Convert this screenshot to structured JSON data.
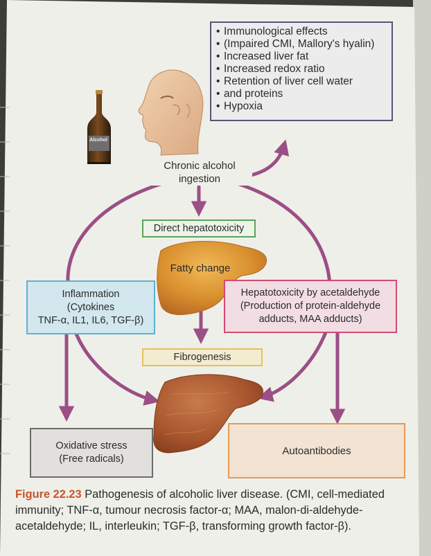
{
  "figure": {
    "bottle_label": "Alcohol",
    "center_label_line1": "Chronic alcohol",
    "center_label_line2": "ingestion",
    "effects": [
      "Immunological effects",
      "(Impaired CMI, Mallory's hyalin)",
      "Increased liver fat",
      "Increased redox ratio",
      "Retention of liver cell water",
      "and proteins",
      "Hypoxia"
    ],
    "direct_hepatotoxicity": "Direct hepatotoxicity",
    "fatty_change": "Fatty change",
    "inflammation": {
      "line1": "Inflammation",
      "line2": "(Cytokines",
      "line3": "TNF-α, IL1, IL6, TGF-β)"
    },
    "acetaldehyde": {
      "line1": "Hepatotoxicity by acetaldehyde",
      "line2": "(Production of protein-aldehyde",
      "line3": "adducts, MAA adducts)"
    },
    "fibrogenesis": "Fibrogenesis",
    "oxidative_stress": {
      "line1": "Oxidative stress",
      "line2": "(Free radicals)"
    },
    "autoantibodies": "Autoantibodies"
  },
  "caption": {
    "figure_number": "Figure 22.23",
    "text": "Pathogenesis of alcoholic liver disease. (CMI, cell-mediated immunity; TNF-α, tumour necrosis factor-α; MAA, malon-di-aldehyde-acetaldehyde; IL, interleukin; TGF-β, transforming growth factor-β)."
  },
  "colors": {
    "arrow": "#9b4f86",
    "paper": "#efefe9",
    "inflammation_border": "#5ab2d2",
    "inflammation_fill": "#d2e7ee",
    "acetaldehyde_border": "#d24a72",
    "acetaldehyde_fill": "#f1dde3",
    "direct_border": "#5aa35a",
    "fibro_border": "#e3c15a",
    "fibro_fill": "#f3ecd0",
    "oxidative_border": "#6b6b6b",
    "oxidative_fill": "#e2e0dc",
    "autoantibodies_border": "#e39a5a",
    "autoantibodies_fill": "#f3e3d2",
    "effects_border": "#55557a",
    "caption_accent": "#c8552a"
  }
}
